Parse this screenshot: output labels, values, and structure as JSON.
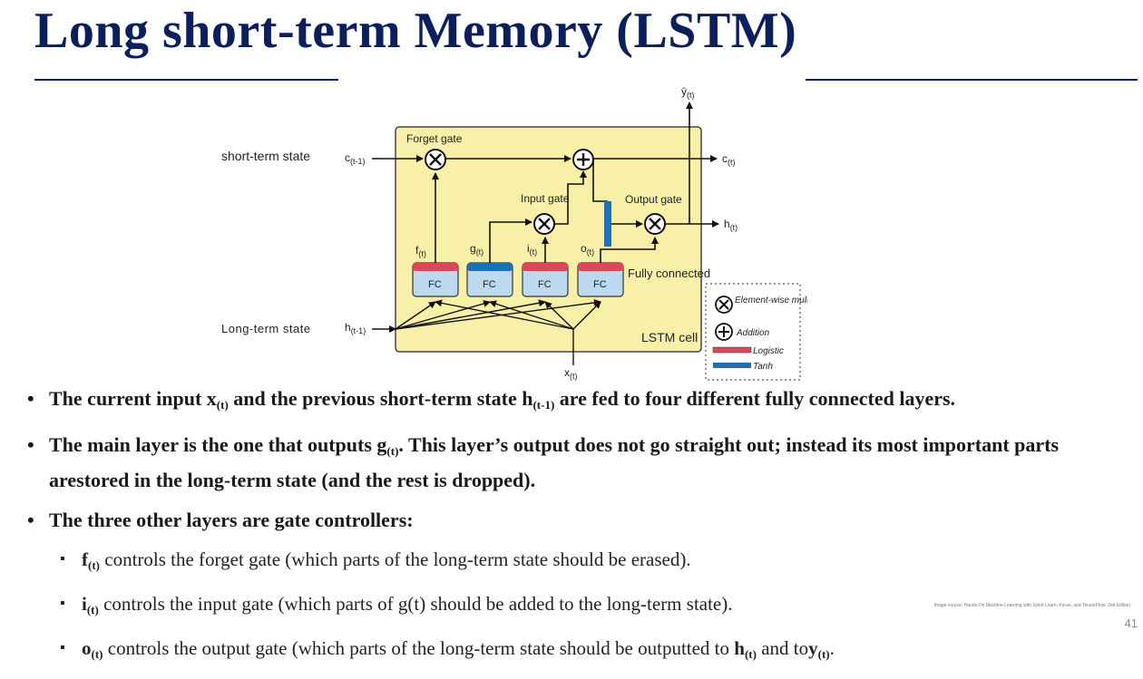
{
  "title": "Long short-term Memory (LSTM)",
  "diagram": {
    "label_short_term": "short-term state",
    "label_long_term": "Long-term state",
    "c_in": "c",
    "c_in_sub": "(t-1)",
    "h_in": "h",
    "h_in_sub": "(t-1)",
    "x_in": "x",
    "x_in_sub": "(t)",
    "y_out": "ŷ",
    "y_out_sub": "(t)",
    "c_out": "c",
    "c_out_sub": "(t)",
    "h_out": "h",
    "h_out_sub": "(t)",
    "forget_gate": "Forget gate",
    "input_gate": "Input gate",
    "output_gate": "Output gate",
    "fc": "FC",
    "f_label": "f",
    "g_label": "g",
    "i_label": "i",
    "o_label": "o",
    "t_sub": "(t)",
    "fully_connected": "Fully connected",
    "lstm_cell": "LSTM cell",
    "legend": {
      "mult": "Element-wise multiplication",
      "add": "Addition",
      "logistic": "Logistic",
      "tanh": "Tanh"
    },
    "colors": {
      "cell": "#f8f0a8",
      "logistic": "#d9495a",
      "tanh": "#1f6fb3",
      "fc": "#bcd9ef"
    }
  },
  "bullets": {
    "b1": {
      "pre": "The current input x",
      "sub1": "(t)",
      "mid": " and the previous short-term state h",
      "sub2": "(t-1)",
      "post": " are fed to four different fully connected layers."
    },
    "b2": {
      "pre": "The main layer is the one that outputs g",
      "sub": "(t)",
      "post": ". This layer’s output does not go straight out; instead its most important parts arestored in the long-term state (and the rest is dropped)."
    },
    "b3": {
      "text": "The three other layers are gate controllers:"
    },
    "s1": {
      "var": "f",
      "sub": "(t)",
      "text": " controls the forget gate (which parts of the long-term state should be erased)."
    },
    "s2": {
      "var": "i",
      "sub": "(t)",
      "text": "  controls the input gate (which parts of g(t) should be added to the long-term state)."
    },
    "s3": {
      "var": "o",
      "sub": "(t)",
      "text": " controls the output gate (which parts of the long-term state should be outputted to ",
      "h": "h",
      "hsub": "(t)",
      "and": " and to",
      "y": "y",
      "ysub": "(t)",
      "end": "."
    }
  },
  "source": "Image source: Hands-On Machine Learning with Scikit-Learn, Keras, and TensorFlow, 2nd Edition",
  "page_number": "41"
}
